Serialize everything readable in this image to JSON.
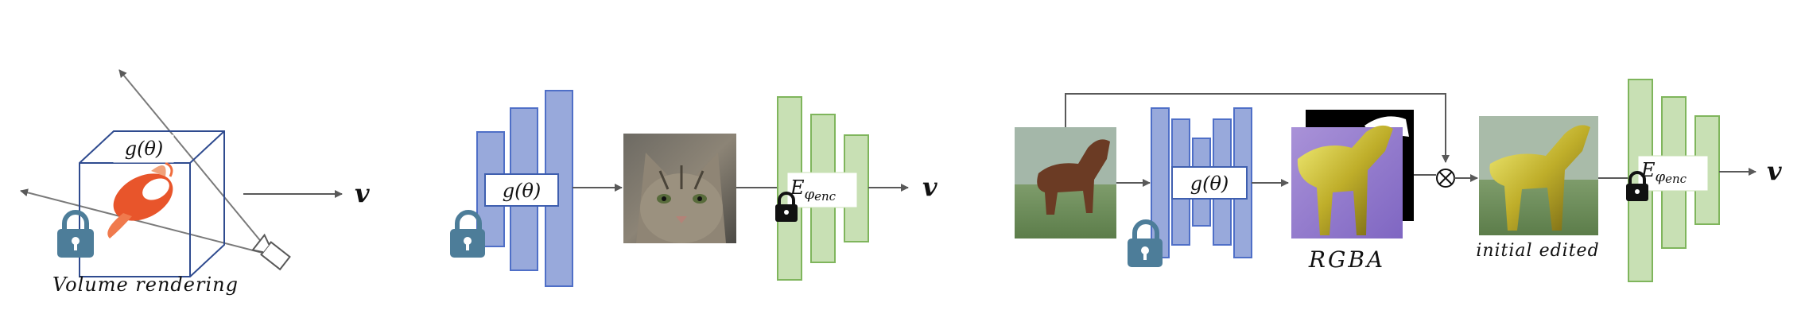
{
  "colors": {
    "generator_fill": "#98a9db",
    "generator_stroke": "#4f6fc7",
    "encoder_fill": "#c8e0b4",
    "encoder_stroke": "#7fb55c",
    "lock_color": "#4d7d99",
    "arrow_color": "#595959",
    "cube_color": "#2f4b8f",
    "label_box_stroke": "#3f5faf"
  },
  "icons": [
    "lock-icon",
    "camera-icon",
    "cube-icon",
    "multiply-icon",
    "koi-fish-icon"
  ],
  "panel1": {
    "cube_label": "g(θ)",
    "caption": "Volume rendering",
    "output_label": "v"
  },
  "panel2": {
    "generator_label": "g(θ)",
    "image_desc": "cat face photo",
    "encoder_label_main": "E",
    "encoder_label_sub": "φ",
    "encoder_label_subsub": "enc",
    "output_label": "v"
  },
  "panel3": {
    "input_desc": "horse photo",
    "generator_label": "g(θ)",
    "rgba_caption": "RGBA",
    "edited_caption": "initial edited",
    "multiply_symbol": "⊗",
    "encoder_label_main": "E",
    "encoder_label_sub": "φ",
    "encoder_label_subsub": "enc",
    "output_label": "v"
  }
}
